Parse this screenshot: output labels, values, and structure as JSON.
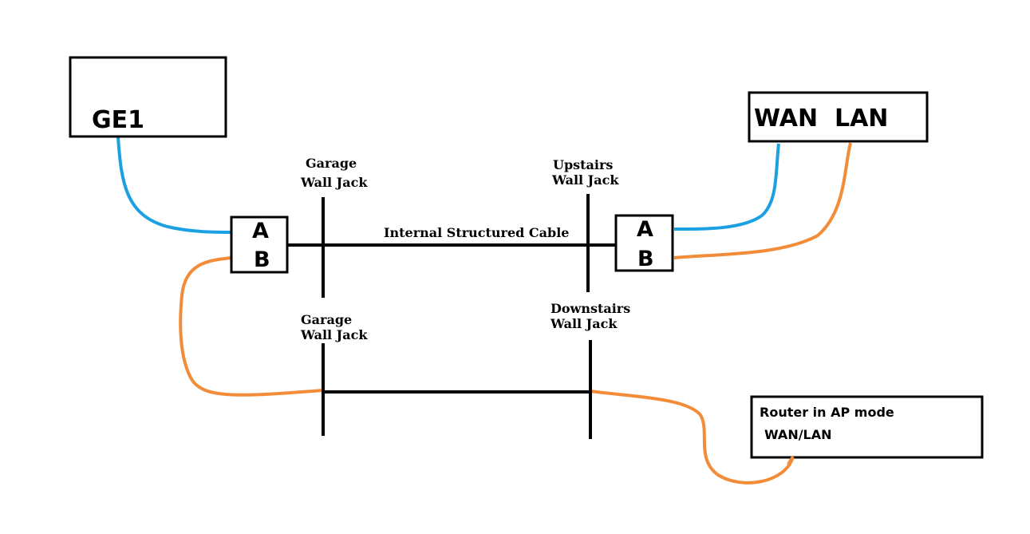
{
  "colors": {
    "blue_cable": "#1ba1e2",
    "orange_cable": "#f28c38",
    "line": "#000000"
  },
  "ge1_box": {
    "label": "GE1"
  },
  "wan_lan_box": {
    "label": "WAN  LAN"
  },
  "left_splitter": {
    "a": "A",
    "b": "B"
  },
  "right_splitter": {
    "a": "A",
    "b": "B"
  },
  "labels": {
    "garage_top_1": "Garage",
    "garage_top_2": "Wall Jack",
    "upstairs_1": "Upstairs",
    "upstairs_2": "Wall Jack",
    "internal_cable": "Internal Structured Cable",
    "garage_bottom_1": "Garage",
    "garage_bottom_2": "Wall Jack",
    "downstairs_1": "Downstairs",
    "downstairs_2": "Wall Jack"
  },
  "router_box": {
    "title": "Router in AP mode",
    "port": "WAN/LAN"
  }
}
